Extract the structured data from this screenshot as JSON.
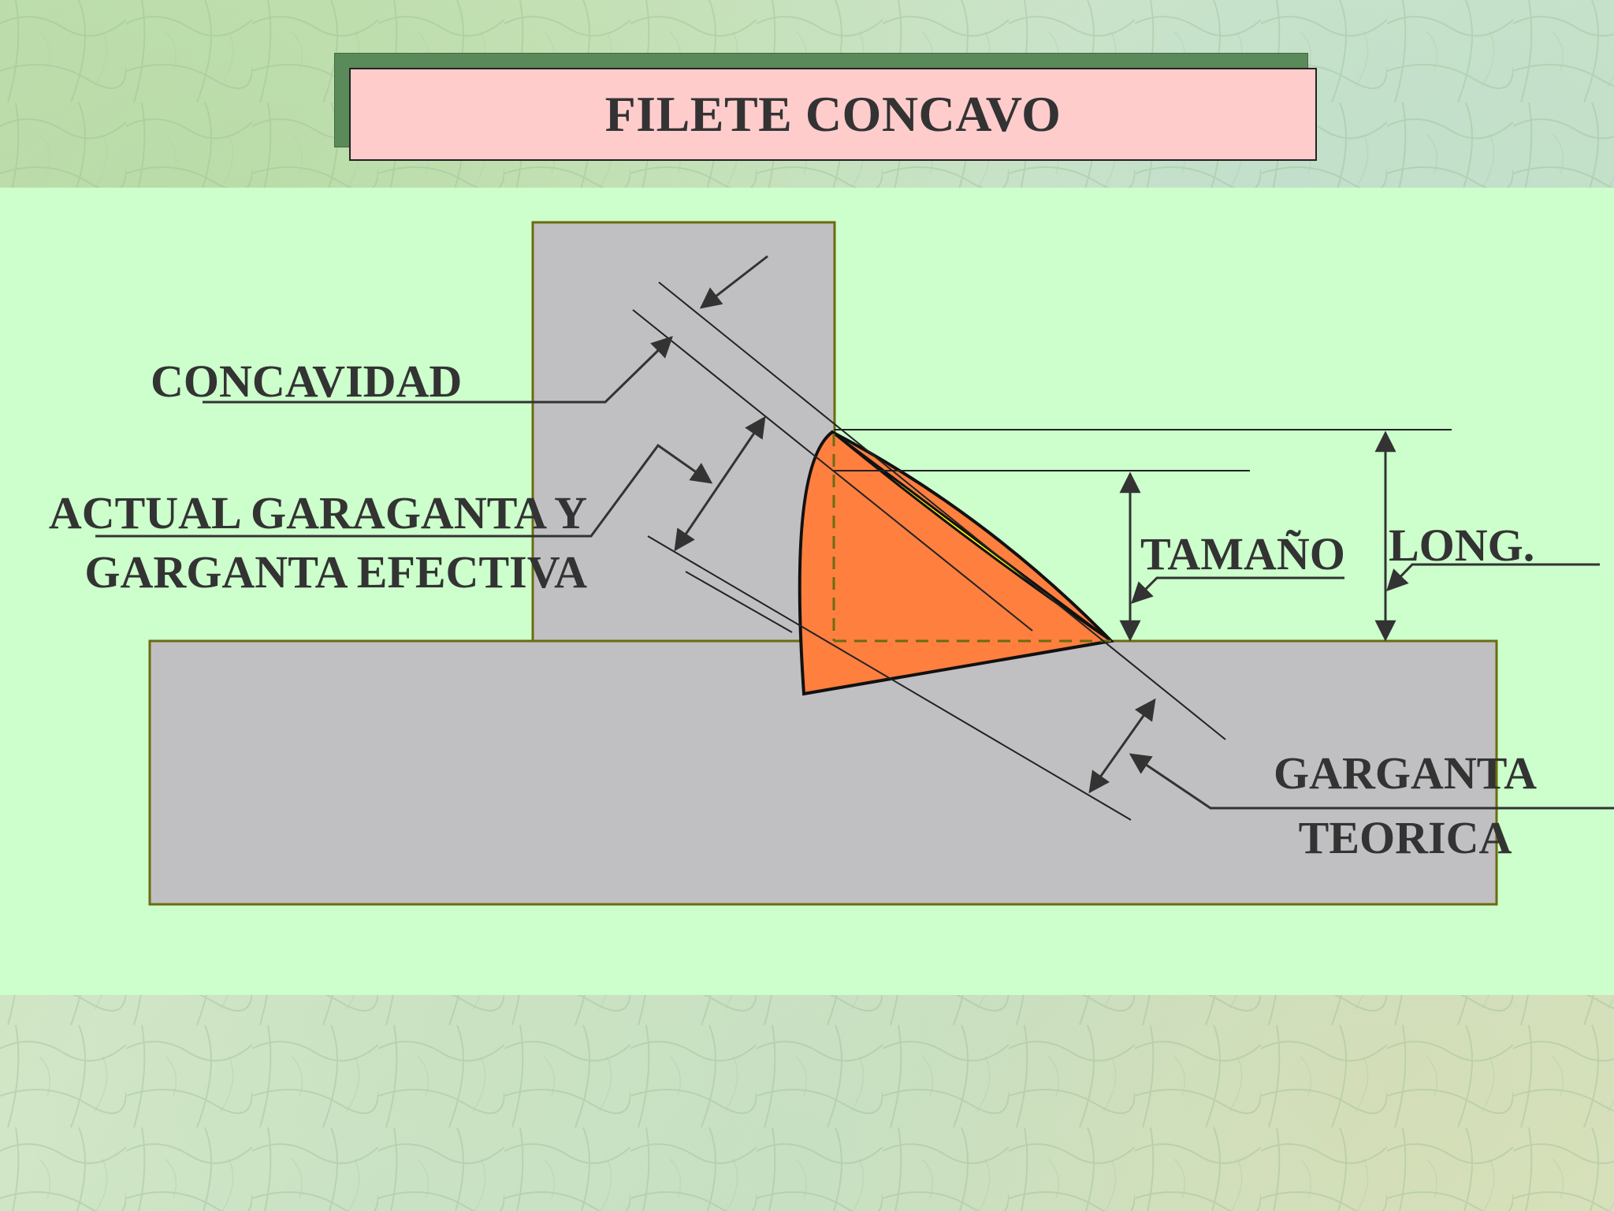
{
  "title": "FILETE CONCAVO",
  "labels": {
    "concavity": "CONCAVIDAD",
    "actual_throat_line1": "ACTUAL GARAGANTA Y",
    "actual_throat_line2": "GARGANTA EFECTIVA",
    "size": "TAMAÑO",
    "leg": "LONG.",
    "theoretical_throat_line1": "GARGANTA",
    "theoretical_throat_line2": "TEORICA"
  },
  "colors": {
    "panel": "#ccffcc",
    "title_box": "#ffcccc",
    "plate": "#c0bfc2",
    "plate_border": "#6b6b10",
    "weld": "#ff7f3f",
    "concavity": "#ffff00",
    "text": "#333333"
  }
}
